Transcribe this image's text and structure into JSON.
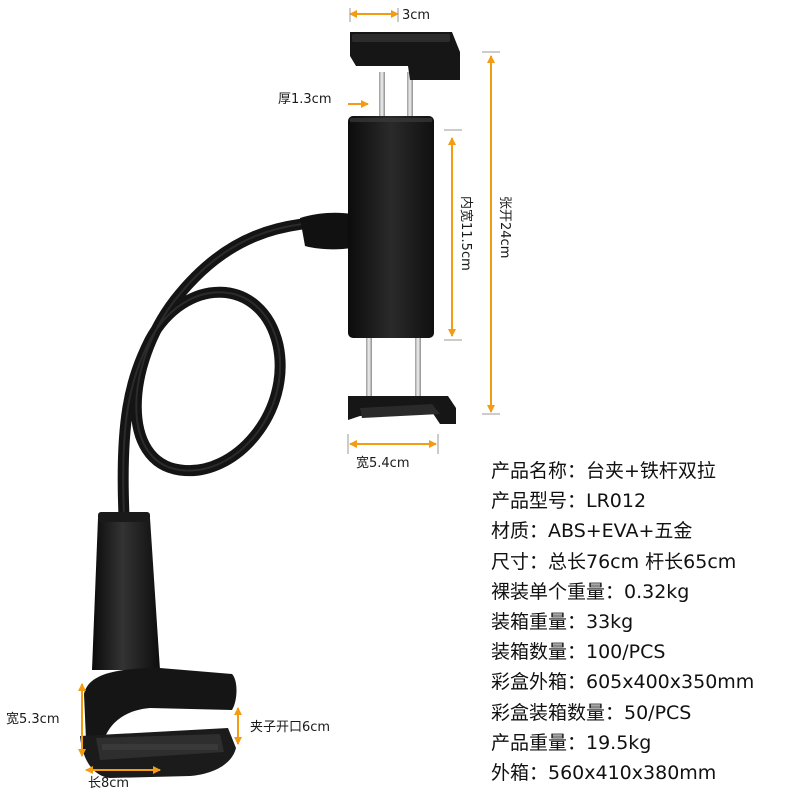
{
  "colors": {
    "arrow": "#f39c12",
    "product": "#151515",
    "text": "#111111"
  },
  "dimensions": {
    "width_top": "3cm",
    "thickness": "厚1.3cm",
    "inner_width": "内宽11.5cm",
    "open_span": "张开24cm",
    "holder_width": "宽5.4cm",
    "clamp_width": "宽5.3cm",
    "clamp_opening": "夹子开口6cm",
    "clamp_length": "长8cm"
  },
  "specs": [
    "产品名称：台夹+铁杆双拉",
    "产品型号：LR012",
    "材质：ABS+EVA+五金",
    "尺寸：总长76cm   杆长65cm",
    "裸装单个重量：0.32kg",
    "装箱重量：33kg",
    "装箱数量：100/PCS",
    "彩盒外箱：605x400x350mm",
    "彩盒装箱数量：50/PCS",
    "产品重量：19.5kg",
    "外箱：560x410x380mm"
  ]
}
